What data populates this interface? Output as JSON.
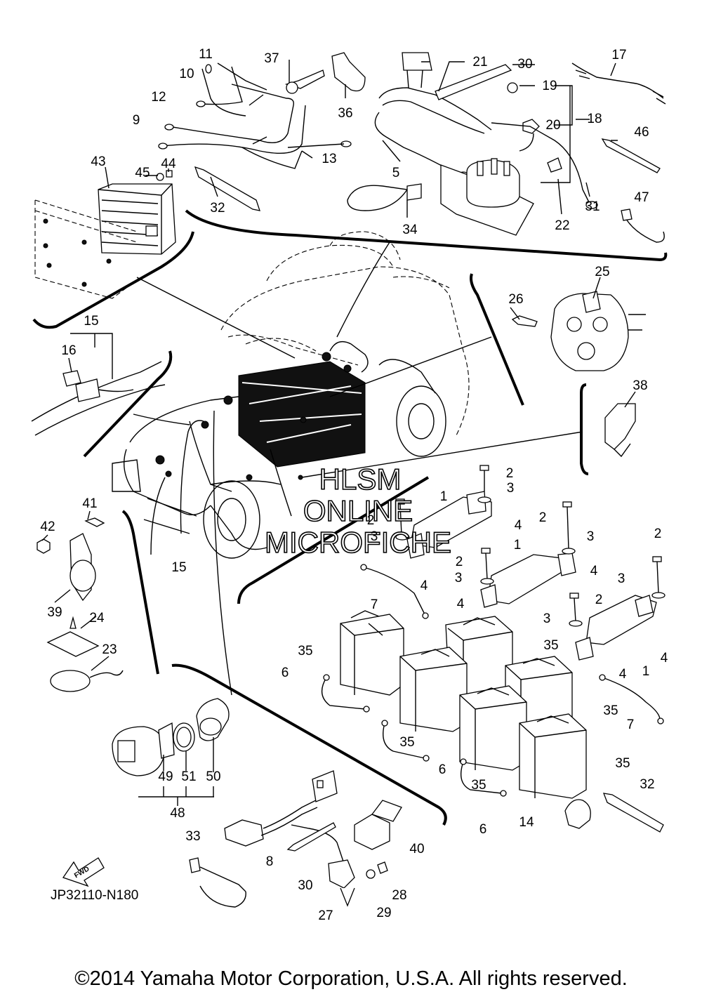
{
  "diagram": {
    "code": "JP32110-N180",
    "copyright": "©2014 Yamaha Motor Corporation, U.S.A. All rights reserved.",
    "fwd_label": "FWD",
    "watermark": [
      "HLSM",
      "ONLINE",
      "MICROFICHE"
    ],
    "callouts": [
      {
        "n": "1"
      },
      {
        "n": "1"
      },
      {
        "n": "1"
      },
      {
        "n": "2"
      },
      {
        "n": "2"
      },
      {
        "n": "2"
      },
      {
        "n": "2"
      },
      {
        "n": "2"
      },
      {
        "n": "2"
      },
      {
        "n": "3"
      },
      {
        "n": "3"
      },
      {
        "n": "3"
      },
      {
        "n": "3"
      },
      {
        "n": "3"
      },
      {
        "n": "3"
      },
      {
        "n": "4"
      },
      {
        "n": "4"
      },
      {
        "n": "4"
      },
      {
        "n": "4"
      },
      {
        "n": "4"
      },
      {
        "n": "4"
      },
      {
        "n": "5"
      },
      {
        "n": "6"
      },
      {
        "n": "6"
      },
      {
        "n": "6"
      },
      {
        "n": "7"
      },
      {
        "n": "7"
      },
      {
        "n": "8"
      },
      {
        "n": "9"
      },
      {
        "n": "10"
      },
      {
        "n": "11"
      },
      {
        "n": "12"
      },
      {
        "n": "13"
      },
      {
        "n": "14"
      },
      {
        "n": "15"
      },
      {
        "n": "15"
      },
      {
        "n": "16"
      },
      {
        "n": "17"
      },
      {
        "n": "18"
      },
      {
        "n": "19"
      },
      {
        "n": "20"
      },
      {
        "n": "21"
      },
      {
        "n": "22"
      },
      {
        "n": "23"
      },
      {
        "n": "24"
      },
      {
        "n": "25"
      },
      {
        "n": "26"
      },
      {
        "n": "27"
      },
      {
        "n": "28"
      },
      {
        "n": "29"
      },
      {
        "n": "30"
      },
      {
        "n": "30"
      },
      {
        "n": "31"
      },
      {
        "n": "32"
      },
      {
        "n": "32"
      },
      {
        "n": "33"
      },
      {
        "n": "34"
      },
      {
        "n": "35"
      },
      {
        "n": "35"
      },
      {
        "n": "35"
      },
      {
        "n": "35"
      },
      {
        "n": "35"
      },
      {
        "n": "35"
      },
      {
        "n": "36"
      },
      {
        "n": "37"
      },
      {
        "n": "38"
      },
      {
        "n": "39"
      },
      {
        "n": "40"
      },
      {
        "n": "41"
      },
      {
        "n": "42"
      },
      {
        "n": "43"
      },
      {
        "n": "44"
      },
      {
        "n": "45"
      },
      {
        "n": "46"
      },
      {
        "n": "47"
      },
      {
        "n": "48"
      },
      {
        "n": "49"
      },
      {
        "n": "50"
      },
      {
        "n": "51"
      }
    ]
  }
}
